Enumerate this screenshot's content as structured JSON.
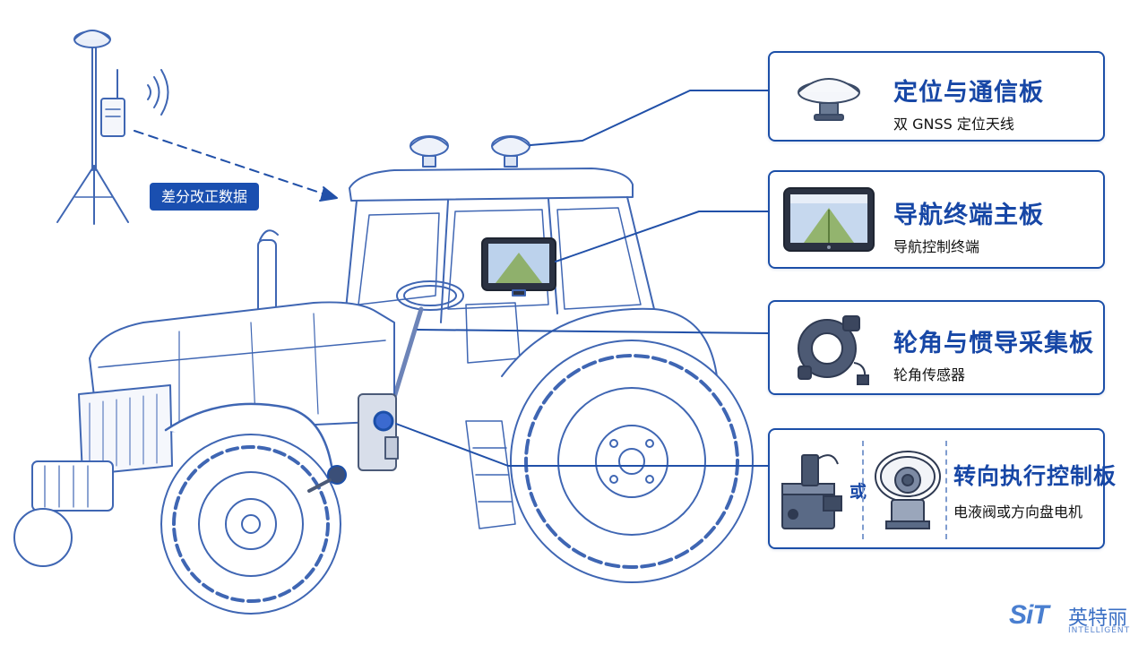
{
  "badge_text": "差分改正数据",
  "cards": [
    {
      "title": "定位与通信板",
      "subtitle": "双 GNSS 定位天线",
      "icon": "gnss-antenna-icon"
    },
    {
      "title": "导航终端主板",
      "subtitle": "导航控制终端",
      "icon": "navigation-terminal-icon"
    },
    {
      "title": "轮角与惯导采集板",
      "subtitle": "轮角传感器",
      "icon": "wheel-angle-sensor-icon"
    },
    {
      "title": "转向执行控制板",
      "subtitle": "电液阀或方向盘电机",
      "icon": "steering-actuator-icon"
    }
  ],
  "or_label": "或",
  "logo": {
    "mark": "SiT",
    "name_cn": "英特丽",
    "name_en": "INTELLIGENT"
  },
  "colors": {
    "accent": "#1747a6",
    "line": "#2150a8",
    "badge": "#1a4fb0",
    "sketch": "#3f66b3"
  }
}
